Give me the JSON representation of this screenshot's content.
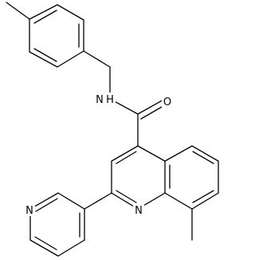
{
  "molecule": {
    "atom_labels": {
      "amide_nitrogen": "N",
      "amide_hydrogen": "H",
      "carbonyl_oxygen": "O",
      "quinoline_nitrogen": "N",
      "pyridine_nitrogen": "N"
    },
    "colors": {
      "bond": "#000000",
      "label": "#000000",
      "background": "#ffffff"
    }
  }
}
